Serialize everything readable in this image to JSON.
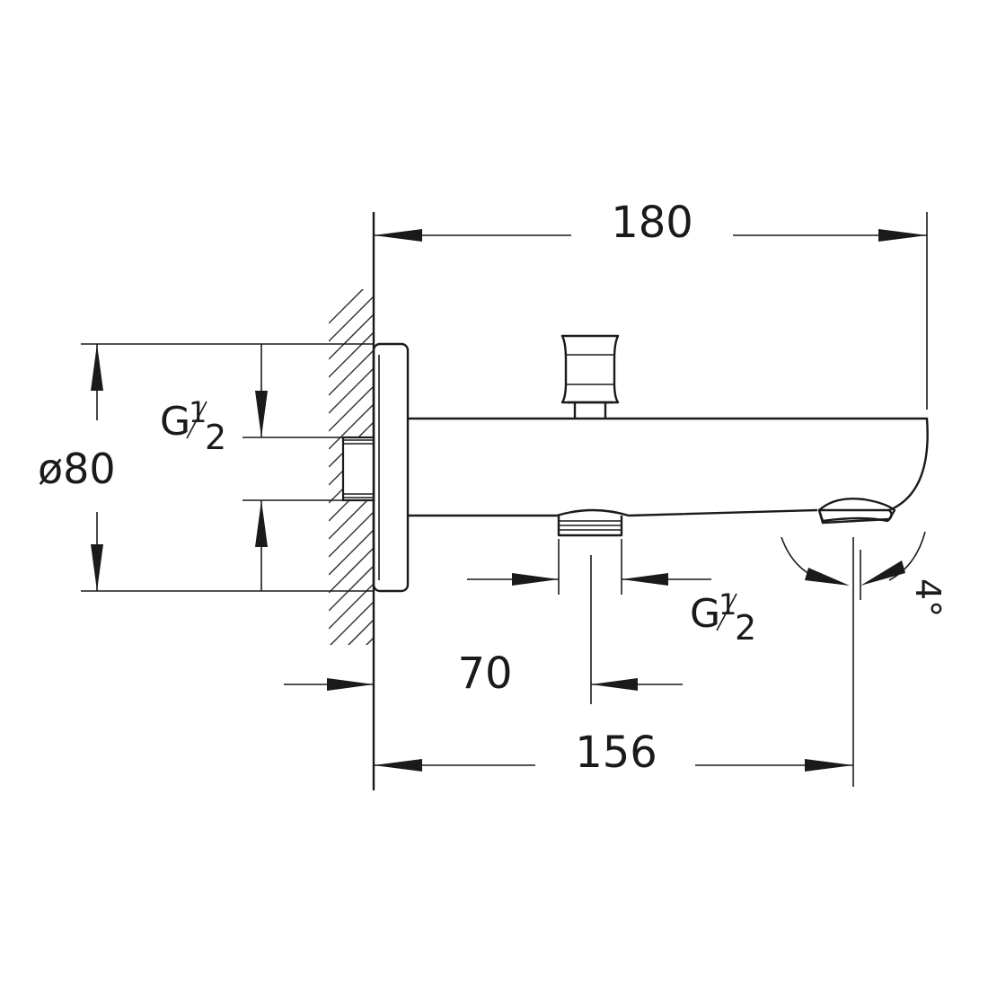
{
  "dimensions": {
    "overall_length": "180",
    "flange_diameter": "ø80",
    "wall_thread_g": "G",
    "wall_thread_num": "1",
    "wall_thread_den": "2",
    "diverter_offset": "70",
    "outlet_length": "156",
    "outlet_thread_g": "G",
    "outlet_thread_num": "1",
    "outlet_thread_den": "2",
    "spout_angle": "4°"
  }
}
